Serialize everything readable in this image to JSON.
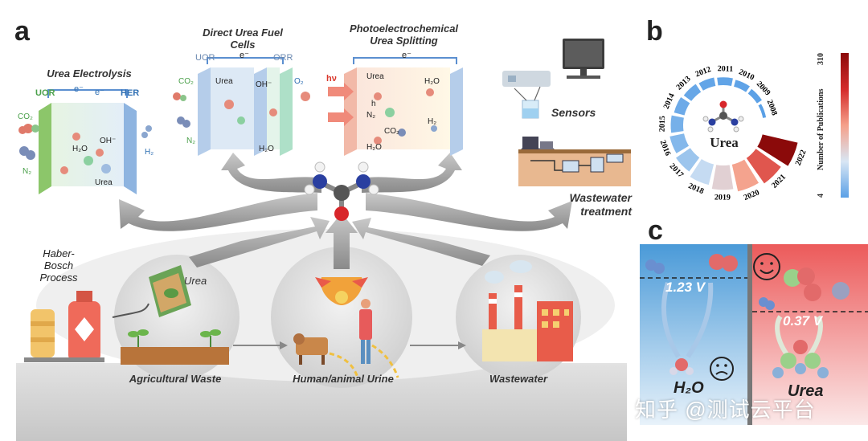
{
  "panel_a": {
    "letter": "a",
    "electrolysis": {
      "title": "Urea Electrolysis",
      "uor": "UOR",
      "her": "HER",
      "e1": "e⁻",
      "e2": "e⁻",
      "co2": "CO₂",
      "n2": "N₂",
      "h2o": "H₂O",
      "oh": "OH⁻",
      "urea": "Urea",
      "h2": "H₂"
    },
    "fuel_cell": {
      "title_line1": "Direct Urea Fuel",
      "title_line2": "Cells",
      "uor": "UOR",
      "orr": "ORR",
      "e": "e⁻",
      "co2": "CO₂",
      "n2": "N₂",
      "urea": "Urea",
      "oh": "OH⁻",
      "o2": "O₂",
      "h2o": "H₂O"
    },
    "photo": {
      "title_line1": "Photoelectrochemical",
      "title_line2": "Urea Splitting",
      "e": "e⁻",
      "hv": "hν",
      "urea": "Urea",
      "h": "h",
      "n2": "N₂",
      "co2": "CO₂",
      "h2o_left": "H₂O",
      "h2o_right": "H₂O",
      "h2": "H₂"
    },
    "sensors": "Sensors",
    "wastewater_treatment_line1": "Wastewater",
    "wastewater_treatment_line2": "treatment",
    "haber_line1": "Haber-",
    "haber_line2": "Bosch",
    "haber_line3": "Process",
    "urea_bag": "Urea",
    "sources": [
      "Agricultural Waste",
      "Human/animal Urine",
      "Wastewater"
    ]
  },
  "panel_b": {
    "letter": "b",
    "center_label": "Urea",
    "colorbar_label": "Number of Publications",
    "colorbar_min": "4",
    "colorbar_max": "310"
  },
  "chart_data": {
    "type": "bar",
    "layout": "radial",
    "categories": [
      "2008",
      "2009",
      "2010",
      "2011",
      "2012",
      "2013",
      "2014",
      "2015",
      "2016",
      "2017",
      "2018",
      "2019",
      "2020",
      "2021",
      "2022"
    ],
    "values": [
      4,
      6,
      8,
      10,
      12,
      15,
      20,
      28,
      40,
      60,
      95,
      130,
      170,
      220,
      310
    ],
    "color_scale": {
      "min": 4,
      "max": 310,
      "low_color": "#5aa0e6",
      "high_color": "#8b0a0a"
    }
  },
  "panel_c": {
    "letter": "c",
    "left_voltage": "1.23 V",
    "right_voltage": "0.37 V",
    "left_label": "H₂O",
    "right_label": "Urea"
  },
  "watermark": "知乎 @测试云平台"
}
